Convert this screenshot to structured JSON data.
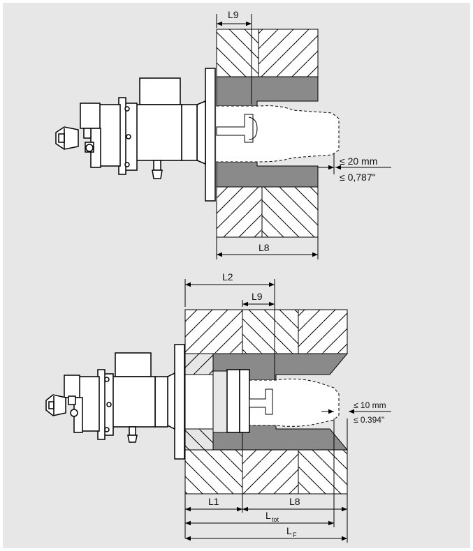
{
  "colors": {
    "background": "#e7e7e8",
    "hatch_block": "#ffffff",
    "seal": "#8a8a8a",
    "line": "#000000"
  },
  "top": {
    "l9": "L9",
    "l8": "L8",
    "gap_mm": "≤ 20 mm",
    "gap_in": "≤ 0,787\""
  },
  "bottom": {
    "l2": "L2",
    "l9": "L9",
    "l1": "L1",
    "l8": "L8",
    "ltot_main": "L",
    "ltot_sub": "tot",
    "lf_main": "L",
    "lf_sub": "F",
    "gap_mm": "≤ 10 mm",
    "gap_in": "≤ 0.394\""
  }
}
